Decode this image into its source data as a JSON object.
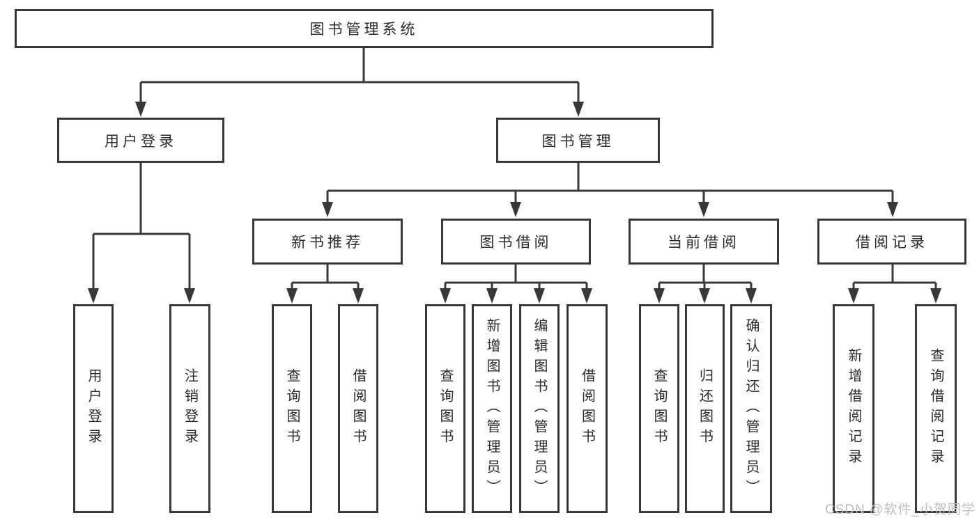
{
  "diagram_title": "图书管理系统",
  "tree": {
    "label": "图书管理系统",
    "children": [
      {
        "label": "用户登录",
        "children": [
          {
            "label": "用户登录"
          },
          {
            "label": "注销登录"
          }
        ]
      },
      {
        "label": "图书管理",
        "children": [
          {
            "label": "新书推荐",
            "children": [
              {
                "label": "查询图书"
              },
              {
                "label": "借阅图书"
              }
            ]
          },
          {
            "label": "图书借阅",
            "children": [
              {
                "label": "查询图书"
              },
              {
                "label": "新增图书（管理员）"
              },
              {
                "label": "编辑图书（管理员）"
              },
              {
                "label": "借阅图书"
              }
            ]
          },
          {
            "label": "当前借阅",
            "children": [
              {
                "label": "查询图书"
              },
              {
                "label": "归还图书"
              },
              {
                "label": "确认归还（管理员）"
              }
            ]
          },
          {
            "label": "借阅记录",
            "children": [
              {
                "label": "新增借阅记录"
              },
              {
                "label": "查询借阅记录"
              }
            ]
          }
        ]
      }
    ]
  },
  "watermark": "CSDN @软件_小贺同学",
  "colors": {
    "line": "#383838",
    "box_border": "#383838",
    "text": "#2b2b2b",
    "background": "#ffffff",
    "watermark": "#bdbdc2"
  }
}
